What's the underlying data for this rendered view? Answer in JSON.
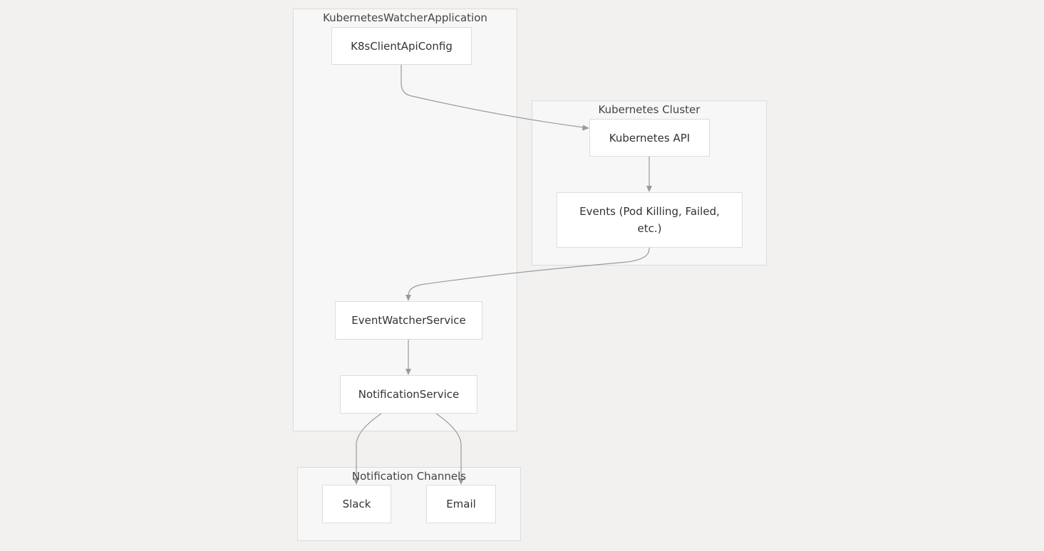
{
  "clusters": {
    "app": {
      "title": "KubernetesWatcherApplication"
    },
    "k8s": {
      "title": "Kubernetes Cluster"
    },
    "channels": {
      "title": "Notification Channels"
    }
  },
  "nodes": {
    "k8s_client_api_config": {
      "label": "K8sClientApiConfig"
    },
    "kubernetes_api": {
      "label": "Kubernetes API"
    },
    "events": {
      "label_line1": "Events (Pod Killing, Failed,",
      "label_line2": "etc.)"
    },
    "event_watcher_service": {
      "label": "EventWatcherService"
    },
    "notification_service": {
      "label": "NotificationService"
    },
    "slack": {
      "label": "Slack"
    },
    "email": {
      "label": "Email"
    }
  },
  "edges": [
    {
      "from": "K8sClientApiConfig",
      "to": "Kubernetes API"
    },
    {
      "from": "Kubernetes API",
      "to": "Events (Pod Killing, Failed, etc.)"
    },
    {
      "from": "Events (Pod Killing, Failed, etc.)",
      "to": "EventWatcherService"
    },
    {
      "from": "EventWatcherService",
      "to": "NotificationService"
    },
    {
      "from": "NotificationService",
      "to": "Slack"
    },
    {
      "from": "NotificationService",
      "to": "Email"
    }
  ],
  "colors": {
    "background": "#f2f1ef",
    "cluster_fill": "#f7f7f7",
    "cluster_border": "#dcdcdc",
    "node_fill": "#ffffff",
    "node_border": "#dddddd",
    "edge": "#9a9a9a",
    "text": "#333333"
  }
}
